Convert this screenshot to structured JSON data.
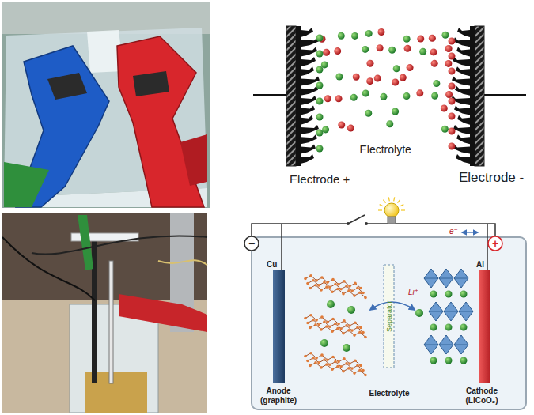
{
  "diagram": {
    "nodes": [
      {
        "text": [
          "−"
        ]
      },
      {
        "text": [
          "+"
        ]
      }
    ],
    "edges": [
      {
        "from": 0,
        "to": 1,
        "arrow": "none"
      }
    ],
    "labels": [
      "Electrolyte",
      "Electrode +",
      "Electrode -",
      "Cu",
      "Al",
      "e⁻",
      "Li⁺",
      "Separator",
      "Anode (graphite)",
      "Electrolyte",
      "Cathode (LiCoO₂)"
    ]
  }
}
